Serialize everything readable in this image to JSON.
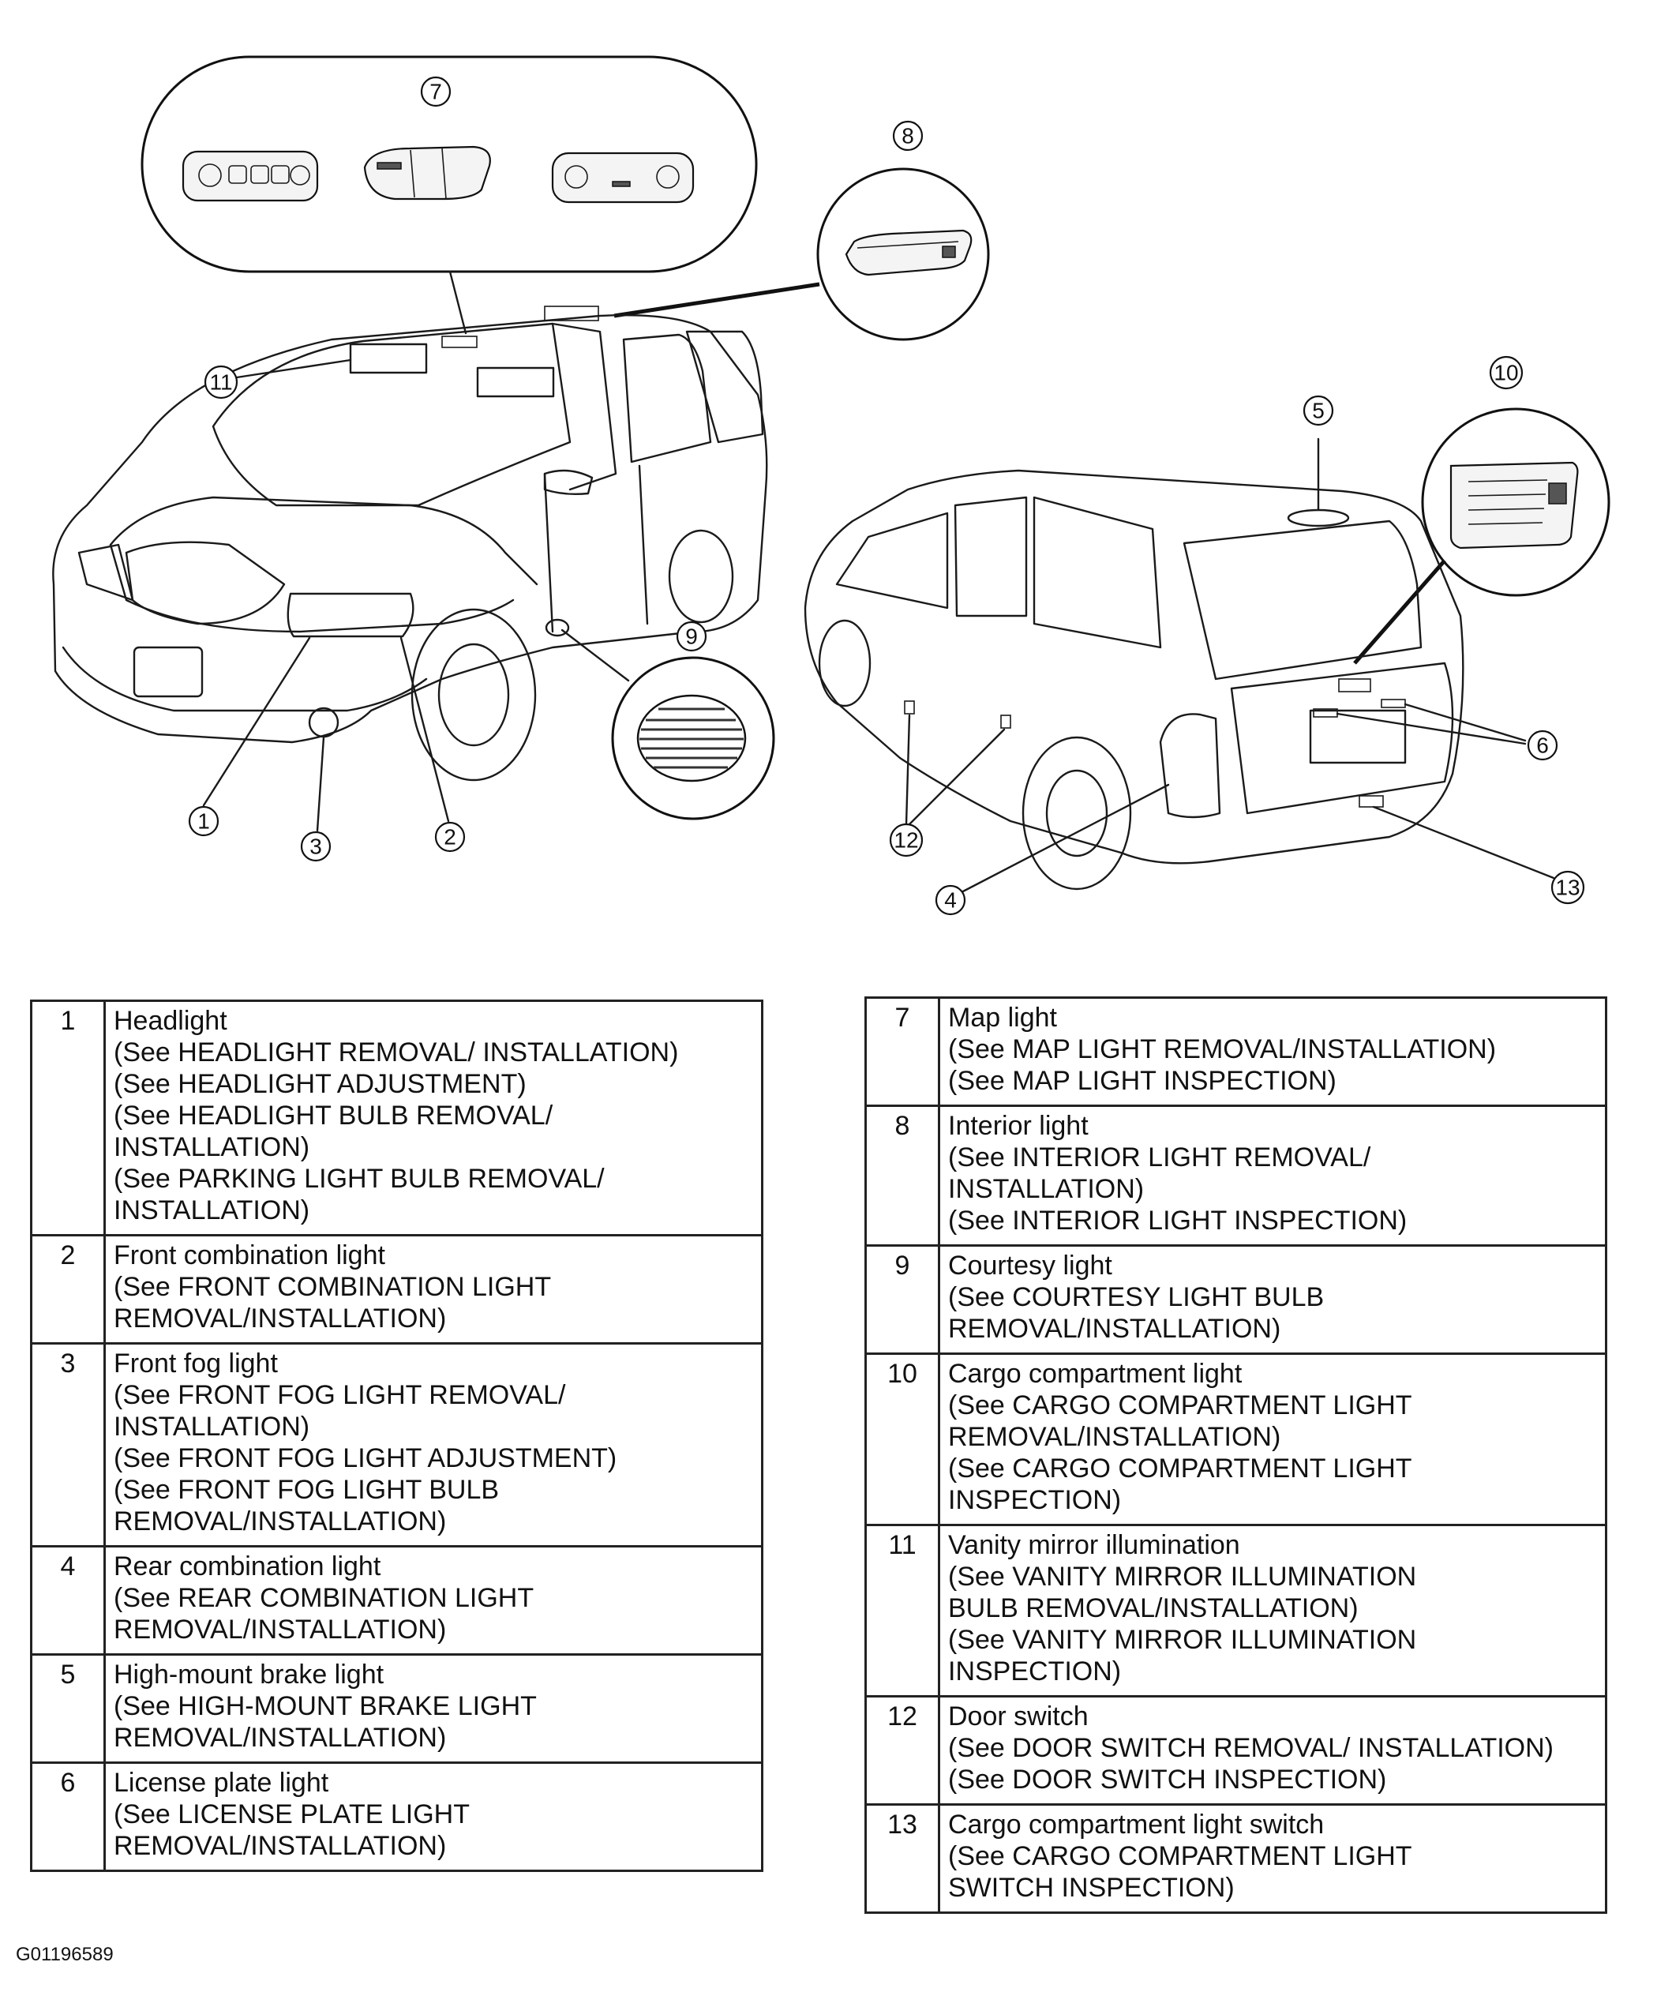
{
  "callouts": [
    "1",
    "2",
    "3",
    "4",
    "5",
    "6",
    "7",
    "8",
    "9",
    "10",
    "11",
    "12",
    "13"
  ],
  "table_left": [
    {
      "num": "1",
      "lines": [
        "Headlight",
        "(See HEADLIGHT REMOVAL/ INSTALLATION)",
        "(See HEADLIGHT ADJUSTMENT)",
        "(See HEADLIGHT BULB REMOVAL/",
        "INSTALLATION)",
        "(See PARKING LIGHT BULB REMOVAL/",
        "INSTALLATION)"
      ]
    },
    {
      "num": "2",
      "lines": [
        "Front combination light",
        "(See FRONT COMBINATION LIGHT",
        "REMOVAL/INSTALLATION)"
      ]
    },
    {
      "num": "3",
      "lines": [
        "Front fog light",
        "(See FRONT FOG LIGHT REMOVAL/",
        "INSTALLATION)",
        "(See FRONT FOG LIGHT ADJUSTMENT)",
        "(See FRONT FOG LIGHT BULB",
        "REMOVAL/INSTALLATION)"
      ]
    },
    {
      "num": "4",
      "lines": [
        "Rear combination light",
        "(See REAR COMBINATION LIGHT",
        "REMOVAL/INSTALLATION)"
      ]
    },
    {
      "num": "5",
      "lines": [
        "High-mount brake light",
        "(See HIGH-MOUNT BRAKE LIGHT",
        "REMOVAL/INSTALLATION)"
      ]
    },
    {
      "num": "6",
      "lines": [
        "License plate light",
        "(See LICENSE PLATE LIGHT",
        "REMOVAL/INSTALLATION)"
      ]
    }
  ],
  "table_right": [
    {
      "num": "7",
      "lines": [
        "Map light",
        "(See MAP LIGHT REMOVAL/INSTALLATION)",
        "(See MAP LIGHT INSPECTION)"
      ]
    },
    {
      "num": "8",
      "lines": [
        "Interior light",
        "(See INTERIOR LIGHT REMOVAL/",
        "INSTALLATION)",
        "(See INTERIOR LIGHT INSPECTION)"
      ]
    },
    {
      "num": "9",
      "lines": [
        "Courtesy light",
        "(See COURTESY LIGHT BULB",
        "REMOVAL/INSTALLATION)"
      ]
    },
    {
      "num": "10",
      "lines": [
        "Cargo compartment light",
        "(See CARGO COMPARTMENT LIGHT",
        "REMOVAL/INSTALLATION)",
        "(See CARGO COMPARTMENT LIGHT",
        "INSPECTION)"
      ]
    },
    {
      "num": "11",
      "lines": [
        "Vanity mirror illumination",
        "(See VANITY MIRROR ILLUMINATION",
        "BULB REMOVAL/INSTALLATION)",
        "(See VANITY MIRROR ILLUMINATION",
        "INSPECTION)"
      ]
    },
    {
      "num": "12",
      "lines": [
        "Door switch",
        "(See DOOR SWITCH REMOVAL/ INSTALLATION)",
        "(See DOOR SWITCH INSPECTION)"
      ]
    },
    {
      "num": "13",
      "lines": [
        "Cargo compartment light switch",
        "(See CARGO COMPARTMENT LIGHT",
        "SWITCH INSPECTION)"
      ]
    }
  ],
  "figure_id": "G01196589"
}
